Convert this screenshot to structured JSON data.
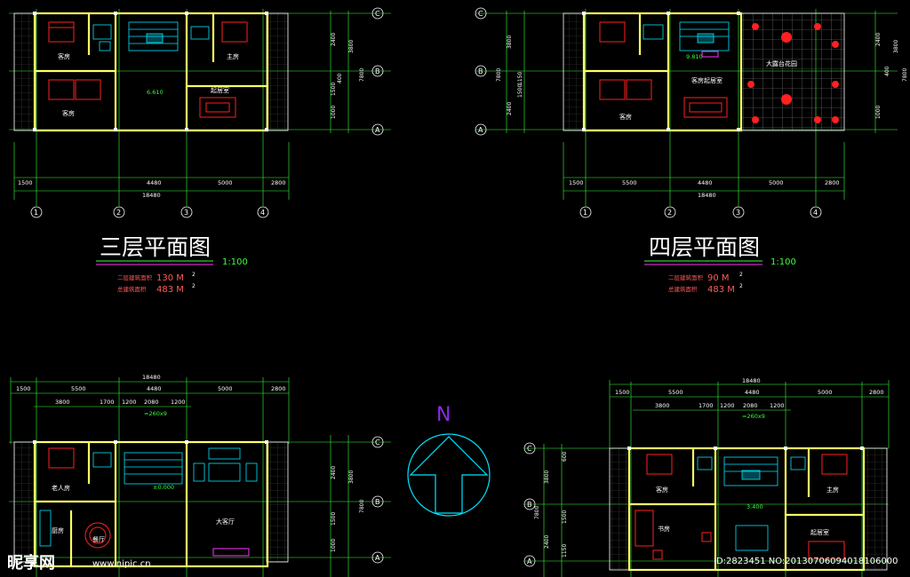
{
  "plans": {
    "third": {
      "title": "三层平面图",
      "scale": "1:100",
      "area_label_1": "二层建筑面积",
      "area_value_1": "130 M",
      "area_label_2": "总建筑面积",
      "area_value_2": "483 M",
      "sup": "2",
      "total_width": "18480",
      "bottom_dims": [
        "1500",
        "4480",
        "5000",
        "2800"
      ],
      "right_dims": [
        "2400",
        "3800",
        "1500",
        "1000",
        "400",
        "7800"
      ],
      "rooms": [
        "客房",
        "客房",
        "主房",
        "起居室"
      ],
      "level": "6.610"
    },
    "fourth": {
      "title": "四层平面图",
      "scale": "1:100",
      "area_label_1": "二层建筑面积",
      "area_value_1": "90 M",
      "area_label_2": "总建筑面积",
      "area_value_2": "483 M",
      "sup": "2",
      "total_width": "18480",
      "bottom_dims": [
        "1500",
        "5500",
        "4480",
        "5000",
        "2800"
      ],
      "left_dims": [
        "3800",
        "1500",
        "1150",
        "2400",
        "7800"
      ],
      "right_dims": [
        "2400",
        "400",
        "3800",
        "1000",
        "7800"
      ],
      "rooms": [
        "客房",
        "客房起居室",
        "大露台花园"
      ],
      "level": "9.810"
    },
    "first": {
      "total_width": "18480",
      "top_dims": [
        "1500",
        "5500",
        "4480",
        "5000",
        "2800"
      ],
      "sub_dims": [
        "3800",
        "1700",
        "1200",
        "2080",
        "1200"
      ],
      "stair_note": "=260x9",
      "right_dims": [
        "2400",
        "3800",
        "1500",
        "1000",
        "7800"
      ],
      "rooms": [
        "老人房",
        "厨房",
        "餐厅",
        "大客厅"
      ],
      "level": "±0.000"
    },
    "second": {
      "total_width": "18480",
      "top_dims": [
        "1500",
        "5500",
        "4480",
        "5000",
        "2800"
      ],
      "sub_dims": [
        "3800",
        "1700",
        "1200",
        "2080",
        "1200"
      ],
      "stair_note": "=260x9",
      "left_dims": [
        "3800",
        "1500",
        "1150",
        "2400",
        "600",
        "7800"
      ],
      "rooms": [
        "客房",
        "书房",
        "主房",
        "起居室"
      ],
      "level": "3.400"
    }
  },
  "axes": {
    "numbers": [
      "1",
      "2",
      "3",
      "4"
    ],
    "letters": [
      "A",
      "B",
      "C"
    ]
  },
  "north": "N",
  "watermark": {
    "logo": "昵享网",
    "url": "www.nipic.cn",
    "id": "ID:2823451 NO:20130706094018106000"
  },
  "colors": {
    "background": "#000000",
    "walls": "#ffff66",
    "grid": "#39ff39",
    "furniture": "#ff2020",
    "fixtures": "#00e5ff",
    "title_underline": "#ff33ff"
  }
}
